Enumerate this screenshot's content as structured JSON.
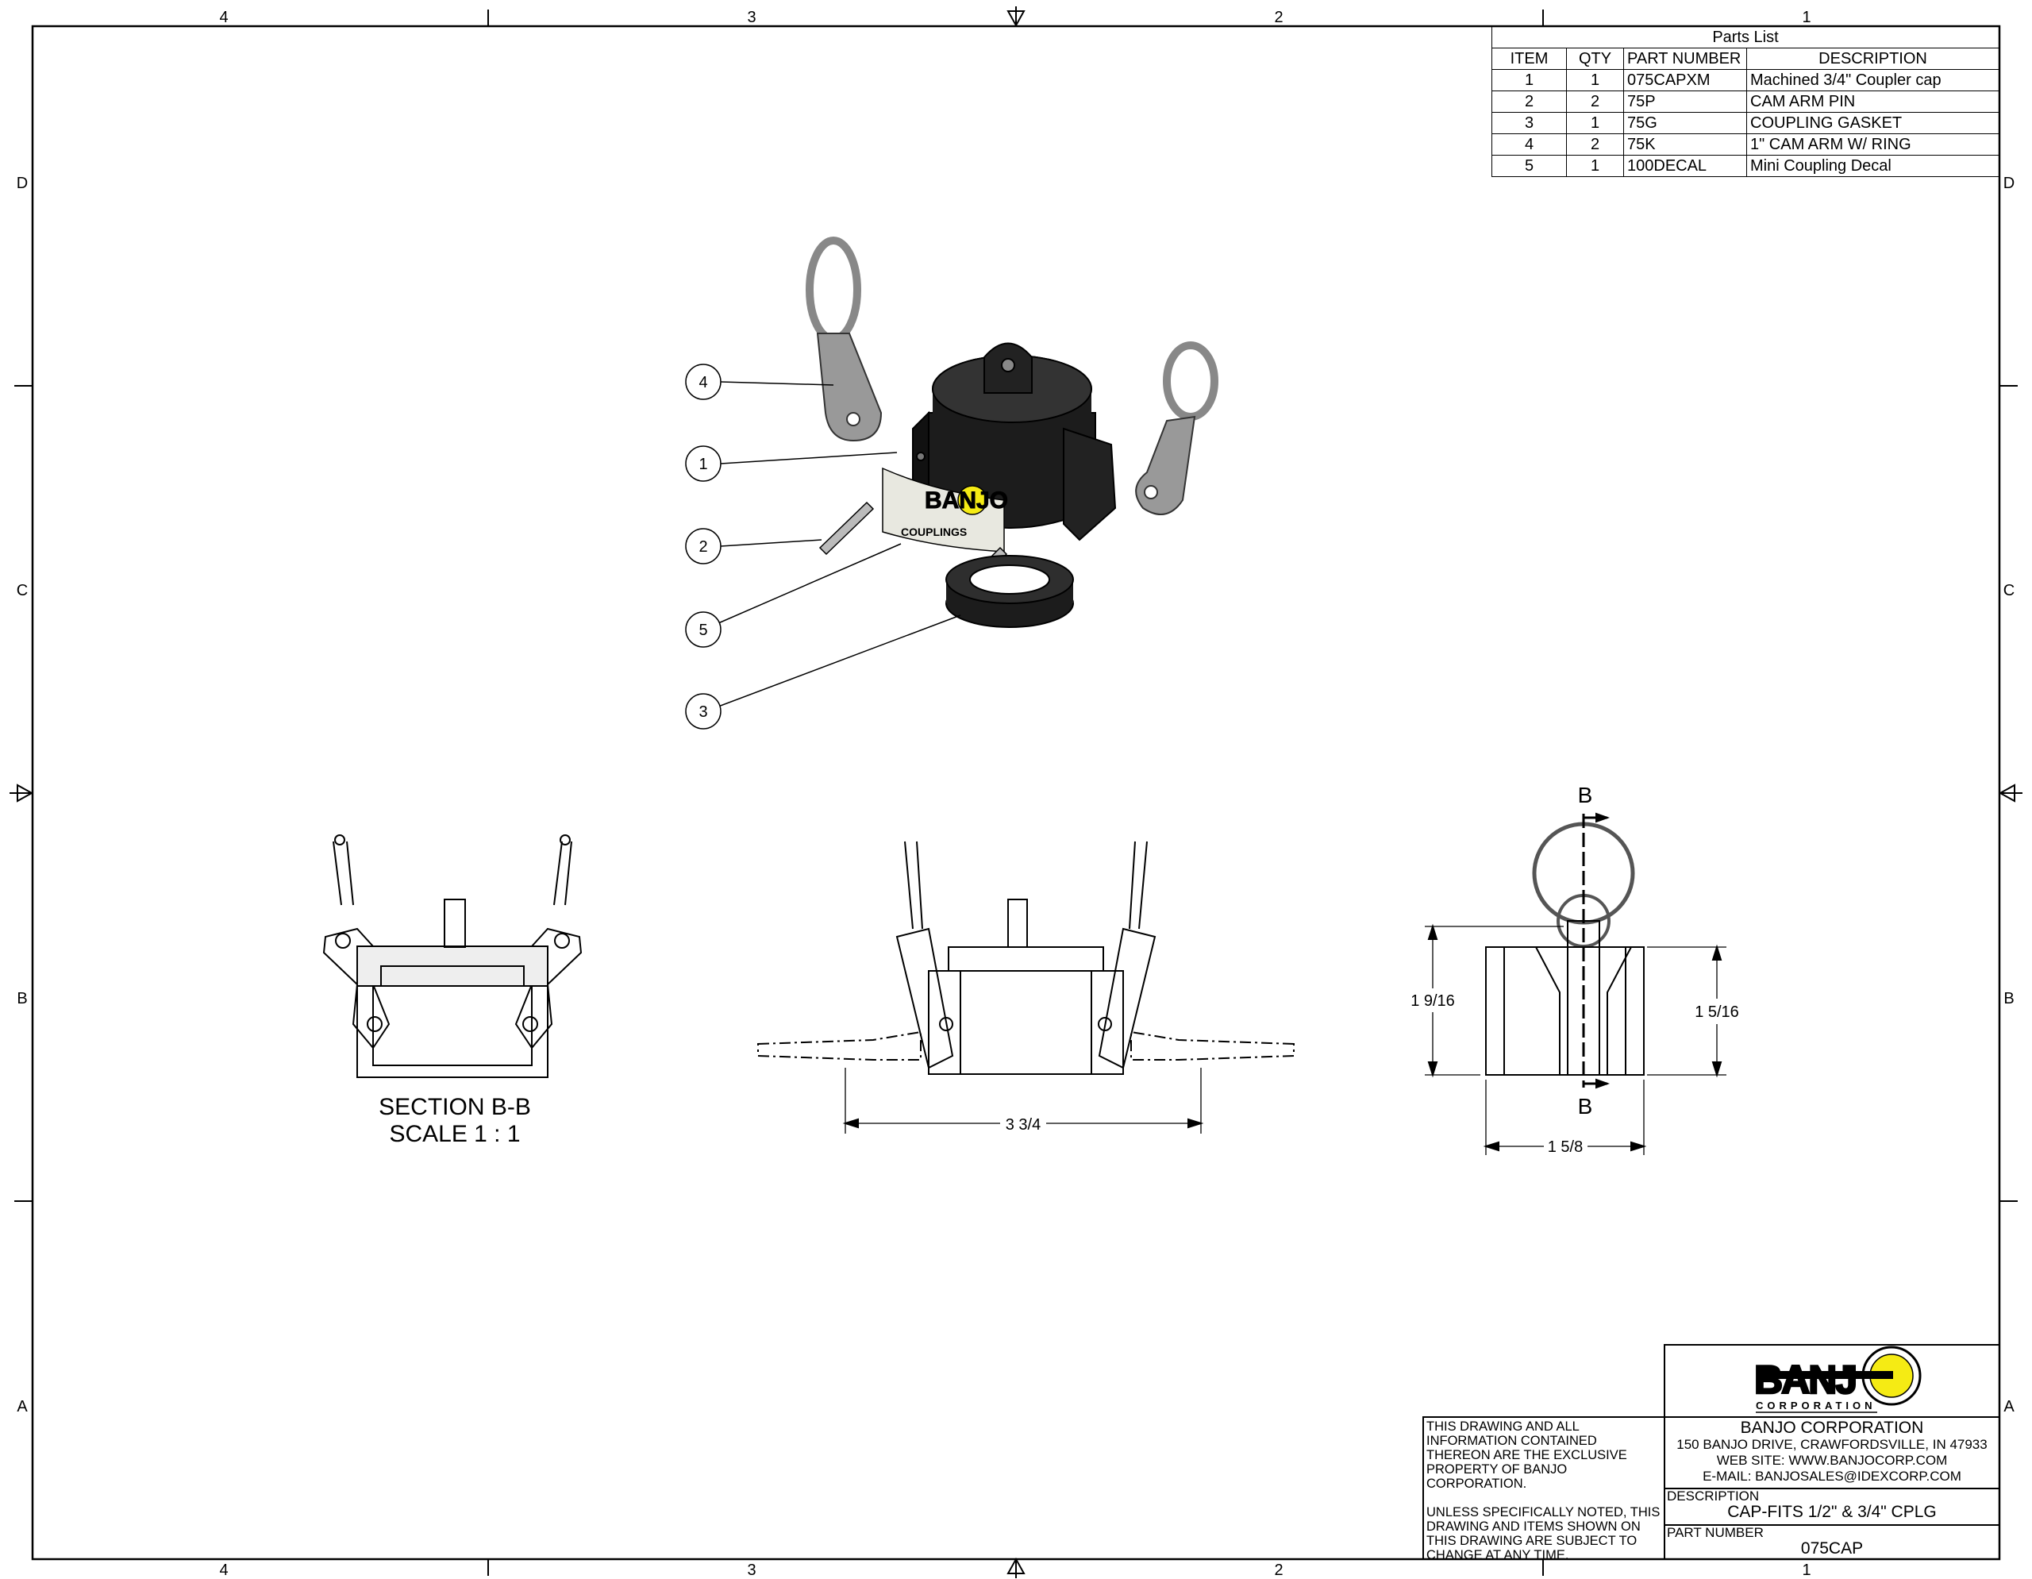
{
  "zones": {
    "columns": [
      "4",
      "3",
      "2",
      "1"
    ],
    "rows": [
      "D",
      "C",
      "B",
      "A"
    ]
  },
  "parts_list": {
    "title": "Parts List",
    "headers": [
      "ITEM",
      "QTY",
      "PART NUMBER",
      "DESCRIPTION"
    ],
    "rows": [
      [
        "1",
        "1",
        "075CAPXM",
        "Machined 3/4\" Coupler cap"
      ],
      [
        "2",
        "2",
        "75P",
        "CAM ARM PIN"
      ],
      [
        "3",
        "1",
        "75G",
        "COUPLING GASKET"
      ],
      [
        "4",
        "2",
        "75K",
        "1\" CAM ARM W/ RING"
      ],
      [
        "5",
        "1",
        "100DECAL",
        "Mini Coupling Decal"
      ]
    ]
  },
  "balloons": [
    "4",
    "1",
    "2",
    "5",
    "3"
  ],
  "views": {
    "section_title": "SECTION B-B",
    "section_scale": "SCALE 1 : 1",
    "front_width": "3 3/4",
    "side_height_overall": "1 9/16",
    "side_height_body": "1 5/16",
    "side_width": "1 5/8",
    "section_mark": "B",
    "decal_text": "BANJO",
    "decal_sub": "COUPLINGS"
  },
  "title_block": {
    "logo_text": "BANJO",
    "logo_sub": "CORPORATION",
    "notes_1": "THIS DRAWING AND ALL INFORMATION CONTAINED THEREON ARE THE EXCLUSIVE PROPERTY OF BANJO CORPORATION.",
    "notes_2": "UNLESS SPECIFICALLY NOTED, THIS DRAWING AND ITEMS SHOWN ON THIS DRAWING ARE SUBJECT TO CHANGE AT ANY TIME.",
    "company": "BANJO CORPORATION",
    "address": "150 BANJO DRIVE, CRAWFORDSVILLE, IN 47933",
    "website": "WEB SITE: WWW.BANJOCORP.COM",
    "email": "E-MAIL: BANJOSALES@IDEXCORP.COM",
    "description_label": "DESCRIPTION",
    "description": "CAP-FITS 1/2\" & 3/4\" CPLG",
    "part_number_label": "PART NUMBER",
    "part_number": "075CAP"
  },
  "colors": {
    "logo_yellow": "#f5eb14",
    "cap_black": "#1c1c1c"
  }
}
